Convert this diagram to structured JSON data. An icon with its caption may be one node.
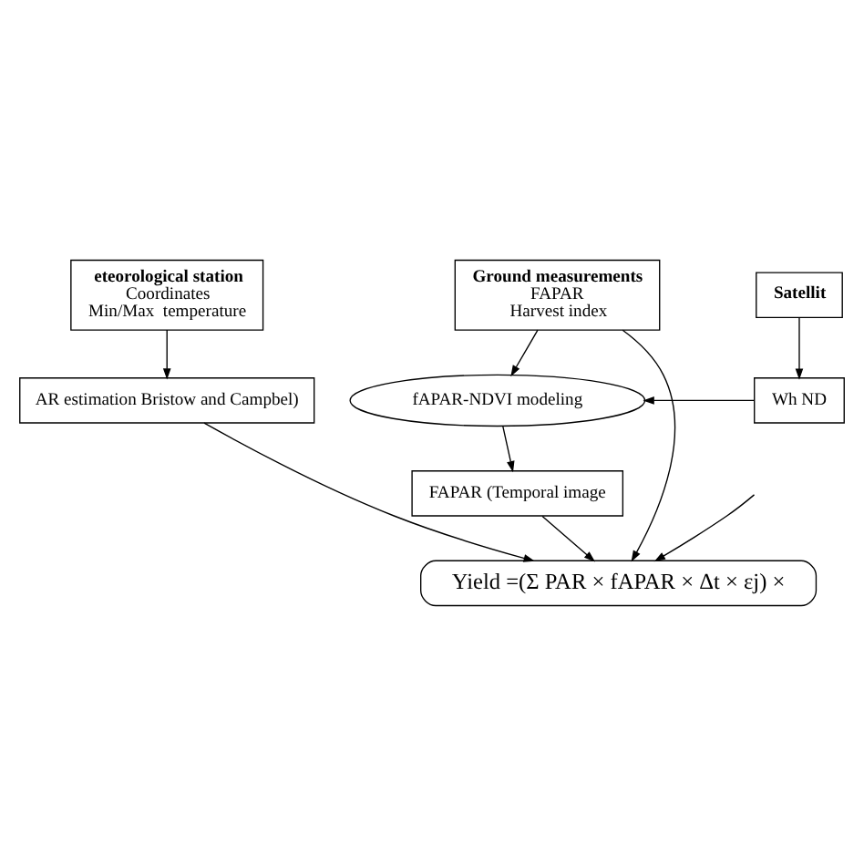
{
  "diagram": {
    "nodes": [
      {
        "text": [
          "eteorological station",
          "Coordinates",
          "Min/Max  temperature"
        ]
      },
      {
        "text": [
          "Ground measurements",
          "FAPAR",
          "Harvest index"
        ]
      },
      {
        "text": [
          "Satellit"
        ]
      },
      {
        "text": [
          "AR estimation Bristow and Campbel)"
        ]
      },
      {
        "text": [
          "fAPAR-NDVI modeling"
        ]
      },
      {
        "text": [
          "Wh ND"
        ]
      },
      {
        "text": [
          "FAPAR (Temporal image"
        ]
      },
      {
        "text": [
          "Yield =(Σ PAR × fAPAR × Δt × εj) ×"
        ]
      }
    ],
    "edges": [
      {
        "from": 0,
        "to": 3,
        "arrow": "to"
      },
      {
        "from": 1,
        "to": 4,
        "arrow": "to"
      },
      {
        "from": 1,
        "to": 7,
        "arrow": "to"
      },
      {
        "from": 2,
        "to": 5,
        "arrow": "to"
      },
      {
        "from": 5,
        "to": 4,
        "arrow": "to"
      },
      {
        "from": 4,
        "to": 6,
        "arrow": "to"
      },
      {
        "from": 3,
        "to": 7,
        "arrow": "to"
      },
      {
        "from": 6,
        "to": 7,
        "arrow": "to"
      },
      {
        "from": null,
        "to": 7,
        "arrow": "to"
      }
    ]
  }
}
